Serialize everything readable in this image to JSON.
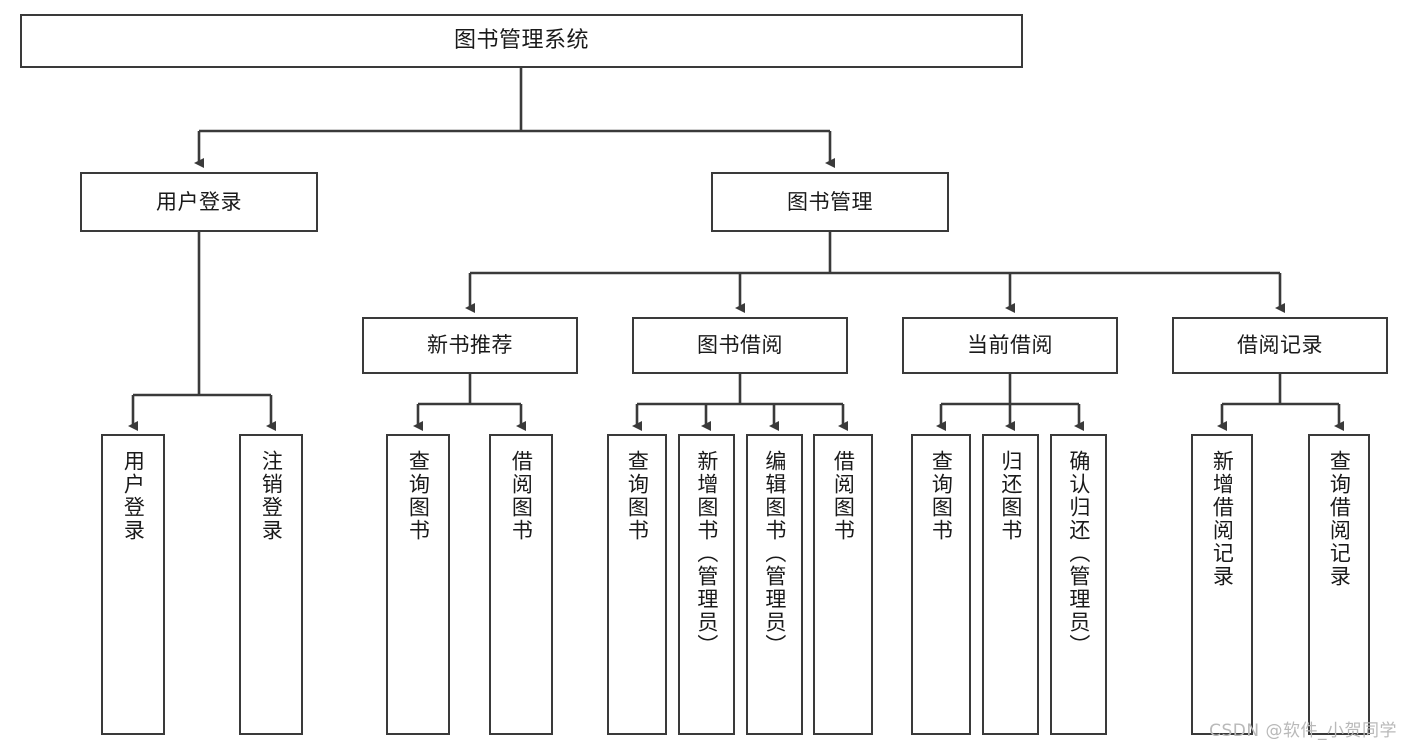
{
  "diagram": {
    "type": "tree-hierarchy",
    "title": "图书管理系统",
    "watermark": "CSDN @软件_小贺同学",
    "colors": {
      "box_border": "#3a3a3a",
      "box_fill": "#ffffff",
      "edge": "#3a3a3a",
      "text": "#1a1a1a",
      "watermark": "#b9b9b9",
      "background": "#ffffff"
    },
    "nodes": {
      "root": {
        "label": "图书管理系统",
        "level": 1
      },
      "level2": [
        {
          "id": "user-login",
          "label": "用户登录"
        },
        {
          "id": "book-manage",
          "label": "图书管理"
        }
      ],
      "level3": [
        {
          "id": "new-book-recommend",
          "label": "新书推荐"
        },
        {
          "id": "book-borrow",
          "label": "图书借阅"
        },
        {
          "id": "current-borrow",
          "label": "当前借阅"
        },
        {
          "id": "borrow-record",
          "label": "借阅记录"
        }
      ],
      "leaves": {
        "user-login": [
          {
            "id": "leaf-user-login",
            "label": "用户登录"
          },
          {
            "id": "leaf-logout-login",
            "label": "注销登录"
          }
        ],
        "new-book-recommend": [
          {
            "id": "leaf-query-book-1",
            "label": "查询图书"
          },
          {
            "id": "leaf-borrow-book-1",
            "label": "借阅图书"
          }
        ],
        "book-borrow": [
          {
            "id": "leaf-query-book-2",
            "label": "查询图书"
          },
          {
            "id": "leaf-add-book",
            "label": "新增图书（管理员）"
          },
          {
            "id": "leaf-edit-book",
            "label": "编辑图书（管理员）"
          },
          {
            "id": "leaf-borrow-book-2",
            "label": "借阅图书"
          }
        ],
        "current-borrow": [
          {
            "id": "leaf-query-book-3",
            "label": "查询图书"
          },
          {
            "id": "leaf-return-book",
            "label": "归还图书"
          },
          {
            "id": "leaf-confirm-return",
            "label": "确认归还（管理员）"
          }
        ],
        "borrow-record": [
          {
            "id": "leaf-add-record",
            "label": "新增借阅记录"
          },
          {
            "id": "leaf-query-record",
            "label": "查询借阅记录"
          }
        ]
      }
    }
  }
}
